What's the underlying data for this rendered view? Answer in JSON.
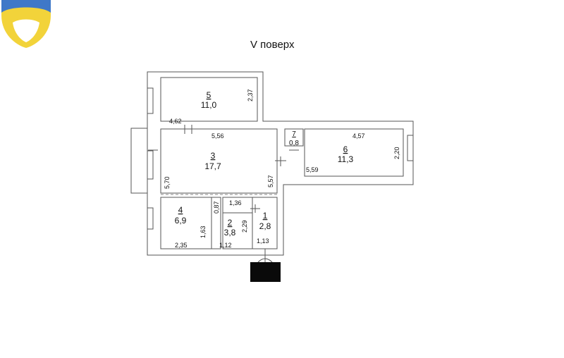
{
  "floor_label": "V поверх",
  "brand": {
    "logo": "logo-shield-icon",
    "colors": {
      "blue": "#3f78c8",
      "yellow": "#f2d33a"
    }
  },
  "rooms": [
    {
      "num": "1",
      "area": "2,8"
    },
    {
      "num": "2",
      "area": "3,8"
    },
    {
      "num": "3",
      "area": "17,7"
    },
    {
      "num": "4",
      "area": "6,9"
    },
    {
      "num": "5",
      "area": "11,0"
    },
    {
      "num": "6",
      "area": "11,3"
    },
    {
      "num": "7",
      "area": "0,8"
    }
  ],
  "dimensions": {
    "room5_height": "2,37",
    "room5_width": "4,62",
    "room3_top": "5,56",
    "room3_left": "5,70",
    "room3_right": "5,57",
    "room6_top": "4,57",
    "room6_bottom": "5,59",
    "room6_right": "2,20",
    "room4_bottom": "2,35",
    "room4_right": "1,63",
    "corridor_notch": "0,87",
    "room2_top": "1,36",
    "room2_right": "2,29",
    "room2_bottom": "1,12",
    "room1_bottom": "1,13"
  },
  "colors": {
    "wall_fill": "#ffffff",
    "wall_line": "#555555",
    "lift_block": "#0a0a0a"
  }
}
